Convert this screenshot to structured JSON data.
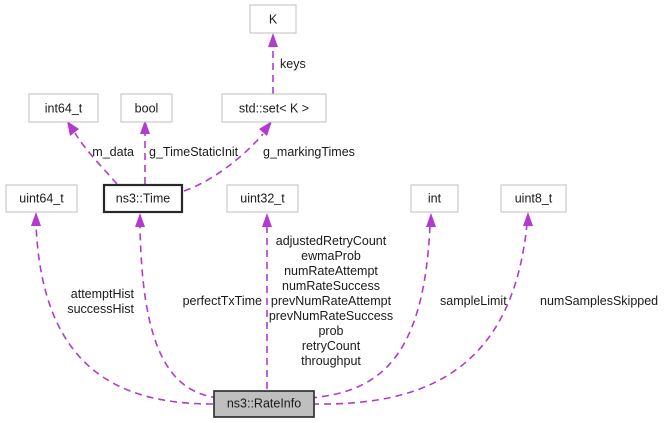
{
  "diagram": {
    "type": "uml-collaboration-diagram",
    "accent_color": "#b23ad1",
    "node_fill": "#ffffff",
    "node_border": "#bfbfbf",
    "current_node_fill": "#bfbfbf",
    "current_node_border": "#282828",
    "nodes": [
      {
        "id": "k",
        "label": "K",
        "style": "plain"
      },
      {
        "id": "int64",
        "label": "int64_t",
        "style": "plain"
      },
      {
        "id": "bool",
        "label": "bool",
        "style": "plain"
      },
      {
        "id": "set",
        "label": "std::set< K >",
        "style": "plain"
      },
      {
        "id": "uint64",
        "label": "uint64_t",
        "style": "plain"
      },
      {
        "id": "time",
        "label": "ns3::Time",
        "style": "highlight"
      },
      {
        "id": "uint32",
        "label": "uint32_t",
        "style": "plain"
      },
      {
        "id": "int",
        "label": "int",
        "style": "plain"
      },
      {
        "id": "uint8",
        "label": "uint8_t",
        "style": "plain"
      },
      {
        "id": "rateinfo",
        "label": "ns3::RateInfo",
        "style": "current"
      }
    ],
    "edges": [
      {
        "from": "set",
        "to": "k",
        "label": "keys"
      },
      {
        "from": "time",
        "to": "int64",
        "label": "m_data"
      },
      {
        "from": "time",
        "to": "bool",
        "label": "g_TimeStaticInit"
      },
      {
        "from": "time",
        "to": "set",
        "label": "g_markingTimes"
      },
      {
        "from": "rateinfo",
        "to": "uint64",
        "label": "attemptHist\nsuccessHist"
      },
      {
        "from": "rateinfo",
        "to": "time",
        "label": "perfectTxTime"
      },
      {
        "from": "rateinfo",
        "to": "uint32",
        "label": "adjustedRetryCount\newmaProb\nnumRateAttempt\nnumRateSuccess\nprevNumRateAttempt\nprevNumRateSuccess\nprob\nretryCount\nthroughput"
      },
      {
        "from": "rateinfo",
        "to": "int",
        "label": "sampleLimit"
      },
      {
        "from": "rateinfo",
        "to": "uint8",
        "label": "numSamplesSkipped"
      }
    ],
    "edge_labels": {
      "keys": "keys",
      "m_data": "m_data",
      "g_TimeStaticInit": "g_TimeStaticInit",
      "g_markingTimes": "g_markingTimes",
      "attemptHist": "attemptHist",
      "successHist": "successHist",
      "perfectTxTime": "perfectTxTime",
      "adjustedRetryCount": "adjustedRetryCount",
      "ewmaProb": "ewmaProb",
      "numRateAttempt": "numRateAttempt",
      "numRateSuccess": "numRateSuccess",
      "prevNumRateAttempt": "prevNumRateAttempt",
      "prevNumRateSuccess": "prevNumRateSuccess",
      "prob": "prob",
      "retryCount": "retryCount",
      "throughput": "throughput",
      "sampleLimit": "sampleLimit",
      "numSamplesSkipped": "numSamplesSkipped"
    }
  }
}
